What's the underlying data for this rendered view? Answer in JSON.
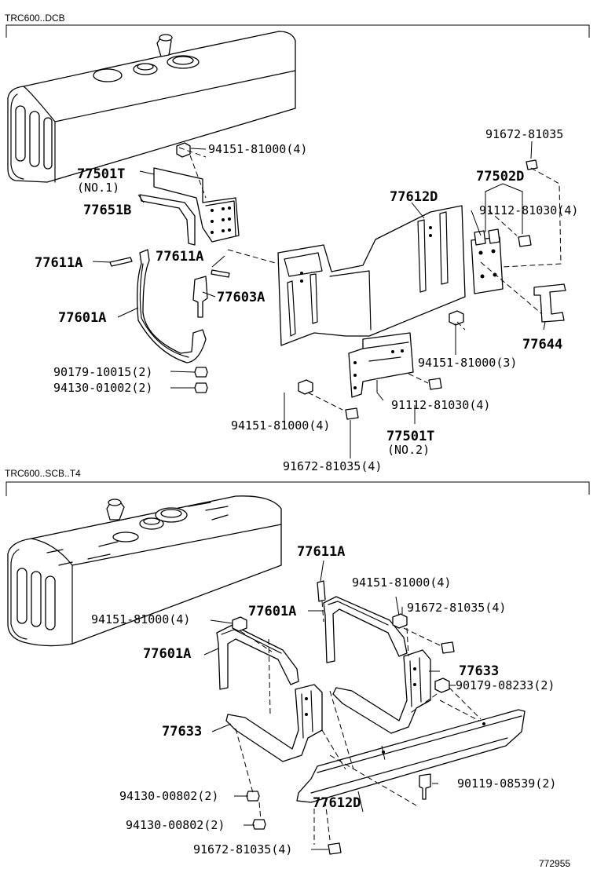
{
  "sections": [
    {
      "header": "TRC600..DCB"
    },
    {
      "header": "TRC600..SCB..T4"
    }
  ],
  "top": {
    "labels": {
      "p94151_a": "94151-81000(4)",
      "p77501T": "77501T",
      "p77501T_no1": "(NO.1)",
      "p77651B": "77651B",
      "p77611A_left": "77611A",
      "p77611A_right": "77611A",
      "p77603A": "77603A",
      "p77601A": "77601A",
      "p90179": "90179-10015(2)",
      "p94130": "94130-01002(2)",
      "p77612D": "77612D",
      "p91672_top": "91672-81035",
      "p77502D": "77502D",
      "p91112_right": "91112-81030(4)",
      "p94151_mid": "94151-81000(3)",
      "p77644": "77644",
      "p91112_bottom": "91112-81030(4)",
      "p94151_bottom": "94151-81000(4)",
      "p77501T_2": "77501T",
      "p77501T_no2": "(NO.2)",
      "p91672_bottom": "91672-81035(4)"
    }
  },
  "bottom": {
    "labels": {
      "p77611A": "77611A",
      "p94151_right": "94151-81000(4)",
      "p94151_left": "94151-81000(4)",
      "p77601A_mid": "77601A",
      "p91672_right": "91672-81035(4)",
      "p77601A_left": "77601A",
      "p77633_right": "77633",
      "p90179": "90179-08233(2)",
      "p77633_left": "77633",
      "p90119": "90119-08539(2)",
      "p94130_a": "94130-00802(2)",
      "p77612D": "77612D",
      "p94130_b": "94130-00802(2)",
      "p91672_bottom": "91672-81035(4)"
    }
  },
  "figure_id": "772955"
}
